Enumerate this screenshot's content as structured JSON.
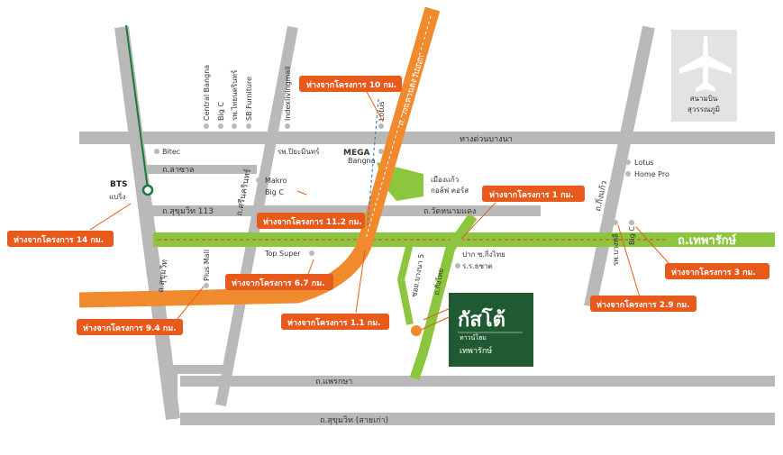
{
  "colors": {
    "road": "#b9b9b9",
    "tollway": "#f08a2c",
    "green_road": "#8cc63f",
    "callout": "#e85a1b",
    "project_box": "#1f5a33",
    "bts_line": "#1a7a3a",
    "airport_bg": "#e3e3e3"
  },
  "roads": {
    "expressway_bangna": "ทางด่วนบางนา",
    "lasalle": "ถ.ลาซาล",
    "sukhumvit_113": "ถ.สุขุมวิท 113",
    "srinakarin": "ถ.ศรีนครินทร์",
    "sukhumvit": "ถ.สุขุมวิท",
    "wat_nam_daeng": "ถ.วัดหนามแดง",
    "thepharak": "ถ.เทพารักษ์",
    "kingkaew": "ถ.กิ่งแก้ว",
    "outer_ring": "ถ. วงแหวนตะวันออก",
    "phraeksa": "ถ.แพรกษา",
    "sukhumvit_old": "ถ.สุขุมวิท (สายเก่า)",
    "kingthai": "ถ.กิ่งไทย",
    "soi_bangna_5": "ซอย.บางนา 5"
  },
  "pois": {
    "central_bangna": "Central Bangna",
    "big_c_top": "Big C",
    "sw_thaiinter": "รพ.ไทยนครินทร์",
    "sb_furniture": "SB Furniture",
    "index_living": "Indexlivingmall",
    "lotus_top": "Lotus",
    "bitec": "Bitec",
    "piyamin": "รพ.ปิยะมินทร์",
    "mega_bangna": "MEGA",
    "mega_bangna_sub": "Bangna",
    "makro": "Makro",
    "big_c_mid": "Big C",
    "muang_kaew": "เมืองแก้ว",
    "muang_kaew_sub": "กอล์ฟ คอร์ส",
    "lotus_right": "Lotus",
    "home_pro": "Home Pro",
    "top_super": "Top Super",
    "plus_mall": "Plus Mall",
    "pak_kingthai": "ปาก ซ.กิ่งไทย",
    "ratchada": "ร.ร.ธชาต",
    "bangplee_hospital": "รพ.บางพลี",
    "big_c_right": "Big C"
  },
  "bts": {
    "label": "BTS",
    "station": "แบริ่ง"
  },
  "airport": {
    "line1": "สนามบิน",
    "line2": "สุวรรณภูมิ"
  },
  "callouts": {
    "c10": "ห่างจากโครงการ 10 กม.",
    "c14": "ห่างจากโครงการ 14 กม.",
    "c11_2": "ห่างจากโครงการ 11.2 กม.",
    "c1": "ห่างจากโครงการ 1 กม.",
    "c6_7": "ห่างจากโครงการ 6.7 กม.",
    "c9_4": "ห่างจากโครงการ 9.4 กม.",
    "c1_1": "ห่างจากโครงการ 1.1 กม.",
    "c3": "ห่างจากโครงการ 3 กม.",
    "c2_9": "ห่างจากโครงการ 2.9 กม."
  },
  "project": {
    "name": "กัสโต้",
    "sub1": "ทาวน์โฮม",
    "sub2": "เทพารักษ์"
  }
}
